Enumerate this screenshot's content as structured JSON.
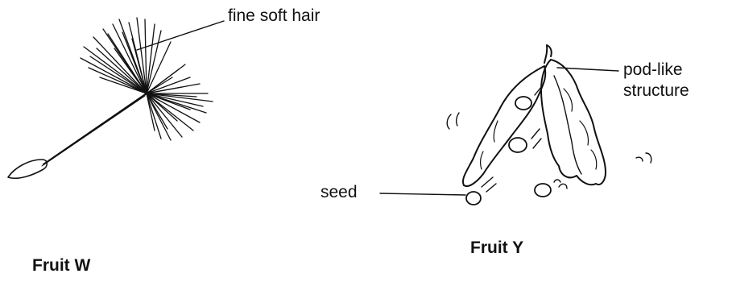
{
  "labels": {
    "fine_soft_hair": "fine soft hair",
    "pod_line1": "pod-like",
    "pod_line2": "structure",
    "seed": "seed",
    "fruit_w": "Fruit W",
    "fruit_y": "Fruit Y"
  }
}
